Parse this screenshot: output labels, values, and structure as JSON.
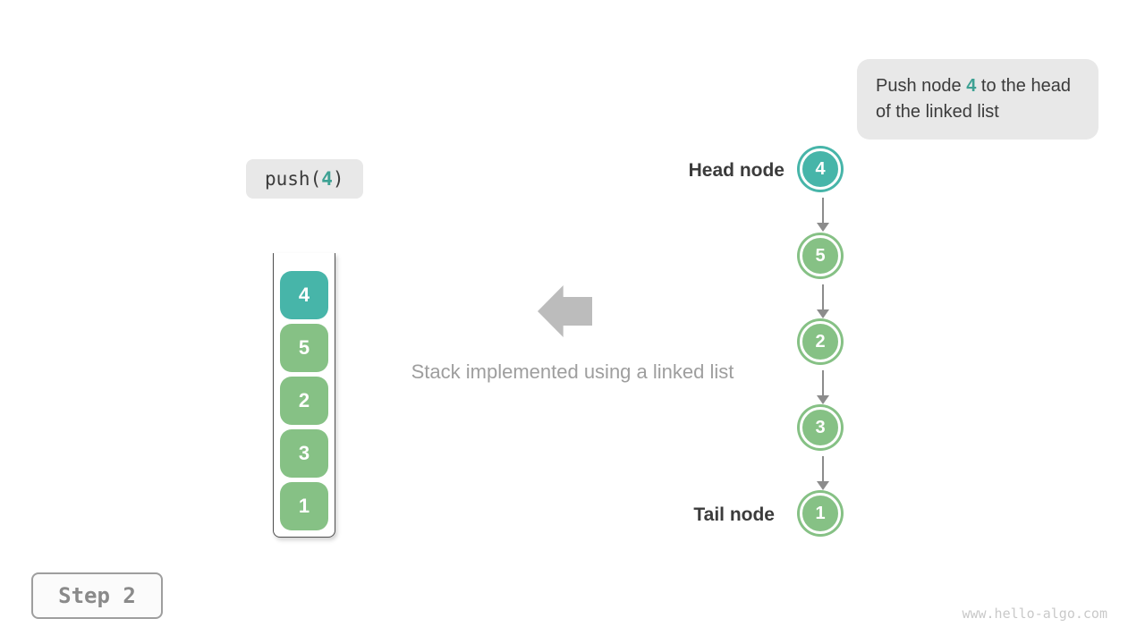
{
  "callout": {
    "text_before": "Push node ",
    "highlight": "4",
    "text_after": " to the head of the linked list"
  },
  "operation": {
    "text_before": "push(",
    "highlight": "4",
    "text_after": ")"
  },
  "stack": {
    "items": [
      {
        "value": "4",
        "type": "new"
      },
      {
        "value": "5",
        "type": "old"
      },
      {
        "value": "2",
        "type": "old"
      },
      {
        "value": "3",
        "type": "old"
      },
      {
        "value": "1",
        "type": "old"
      }
    ]
  },
  "caption": "Stack implemented using a linked list",
  "linked_list": {
    "head_label": "Head node",
    "tail_label": "Tail node",
    "nodes": [
      {
        "value": "4",
        "type": "new"
      },
      {
        "value": "5",
        "type": "old"
      },
      {
        "value": "2",
        "type": "old"
      },
      {
        "value": "3",
        "type": "old"
      },
      {
        "value": "1",
        "type": "old"
      }
    ]
  },
  "step_label": "Step 2",
  "watermark": "www.hello-algo.com",
  "colors": {
    "highlight_teal": "#47b5a9",
    "node_green": "#86c185",
    "callout_bg": "#e8e8e8",
    "text_dark": "#3b3b3b",
    "caption_gray": "#9e9e9e",
    "big_arrow_gray": "#bcbcbc",
    "link_arrow_gray": "#8c8c8c",
    "container_border": "#4f4f4f"
  }
}
